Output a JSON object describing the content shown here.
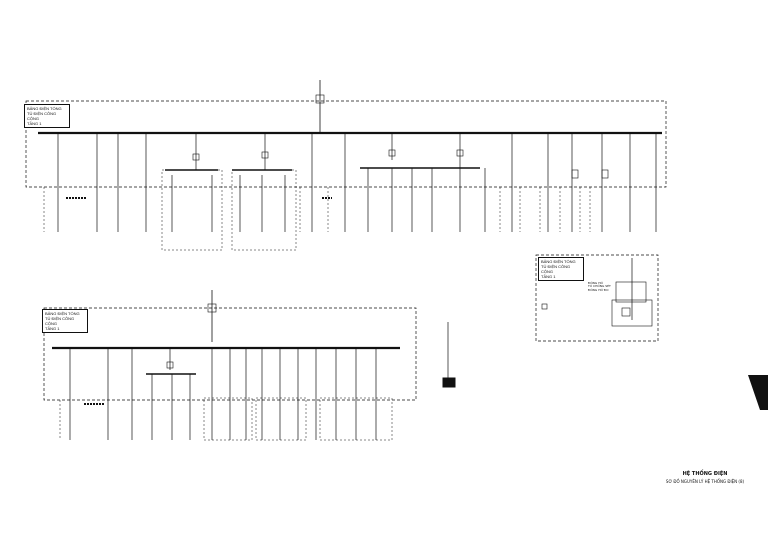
{
  "title_block": {
    "title": "HỆ THỐNG ĐIỆN",
    "subtitle": "SƠ ĐỒ NGUYÊN LÝ HỆ THỐNG ĐIỆN (8)"
  },
  "panels": {
    "top": {
      "name": "BẢNG ĐIỆN TỔNG",
      "lines": [
        "BẢNG ĐIỆN TỔNG",
        "TỦ ĐIỆN CÔNG CỘNG",
        "TẦNG 1"
      ]
    },
    "bottom": {
      "name": "BẢNG ĐIỆN TỔNG",
      "lines": [
        "BẢNG ĐIỆN TỔNG",
        "TỦ ĐIỆN CÔNG CỘNG",
        "TẦNG 1"
      ]
    },
    "right": {
      "name": "BẢNG ĐIỆN TỔNG",
      "lines": [
        "BẢNG ĐIỆN TỔNG",
        "TỦ ĐIỆN CÔNG CỘNG",
        "TẦNG 1"
      ]
    }
  },
  "legend": {
    "items": [
      "ĐỒNG HỒ",
      "TỦ CHỐNG SÉT",
      "ĐỒNG HỒ ĐO"
    ]
  }
}
